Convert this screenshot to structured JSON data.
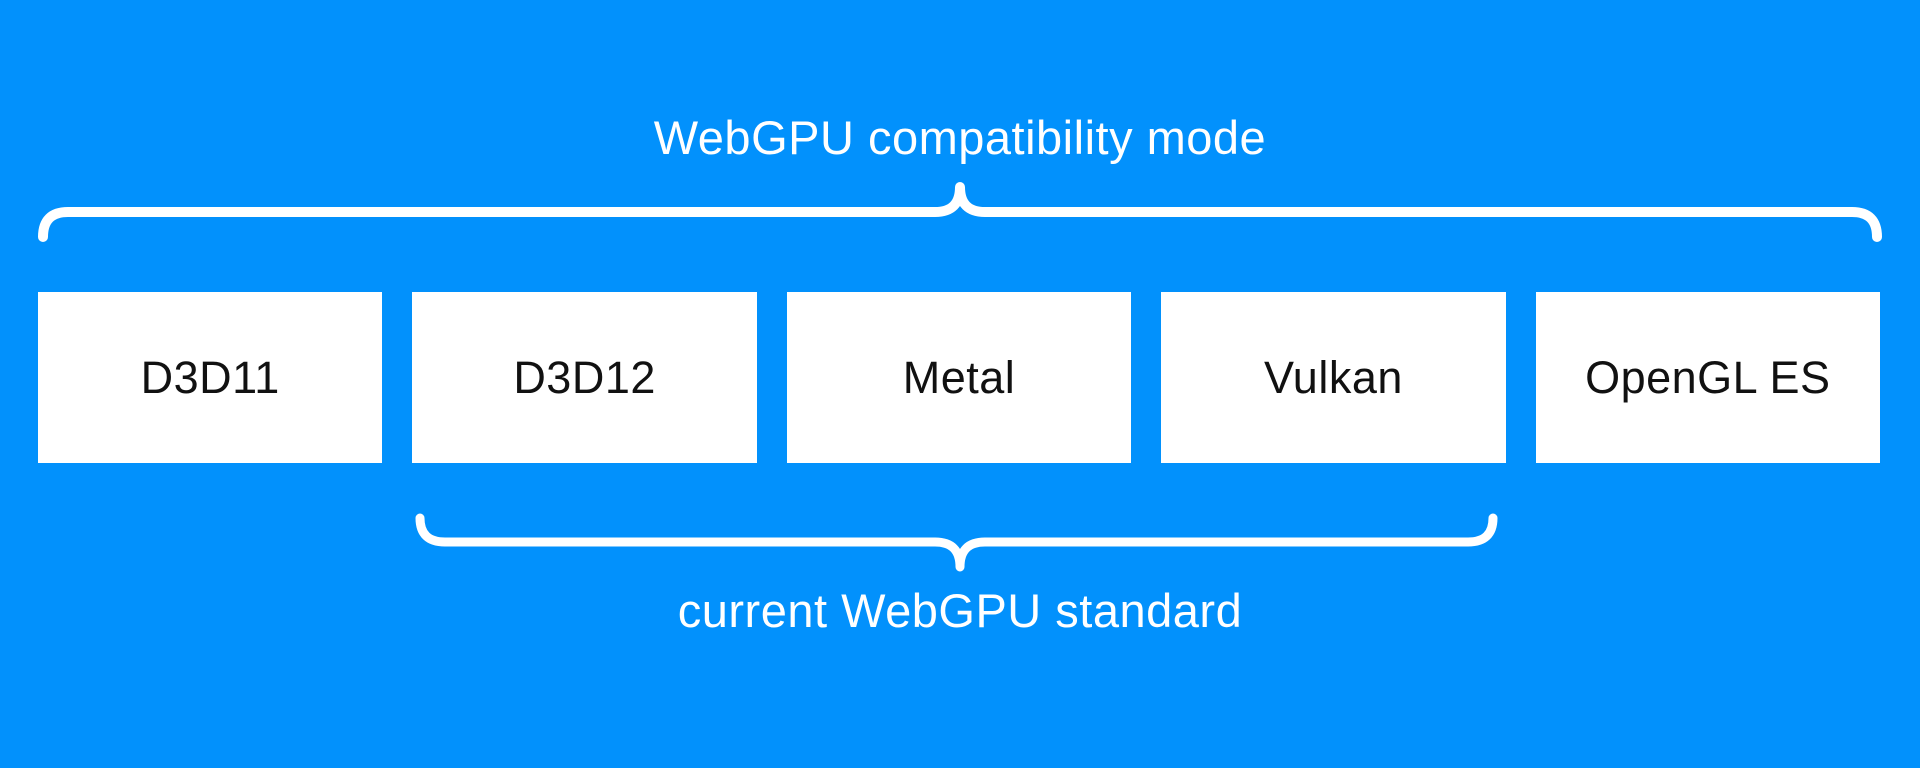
{
  "canvas": {
    "background_color": "#0291fc",
    "box_background": "#ffffff",
    "box_text_color": "#111111",
    "label_text_color": "#ffffff",
    "brace_color": "#ffffff"
  },
  "diagram": {
    "top_label": "WebGPU compatibility mode",
    "bottom_label": "current WebGPU standard",
    "boxes": [
      {
        "label": "D3D11"
      },
      {
        "label": "D3D12"
      },
      {
        "label": "Metal"
      },
      {
        "label": "Vulkan"
      },
      {
        "label": "OpenGL ES"
      }
    ]
  }
}
